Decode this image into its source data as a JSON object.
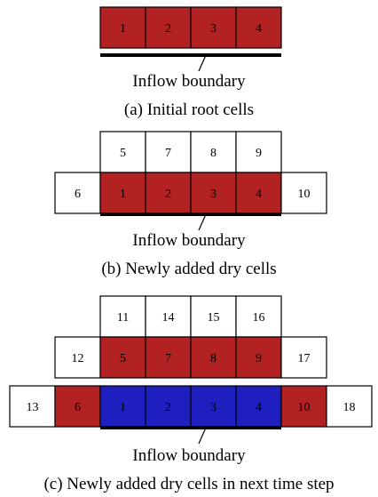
{
  "colors": {
    "root": "#b22222",
    "dry": "#ffffff",
    "wet_blue": "#1f1fbf",
    "border": "#000000",
    "boundary": "#000000"
  },
  "panels": [
    {
      "id": "a",
      "boundary_label": "Inflow boundary",
      "caption": "(a) Initial root cells",
      "rows": [
        [
          {
            "label": "1",
            "fill": "root"
          },
          {
            "label": "2",
            "fill": "root"
          },
          {
            "label": "3",
            "fill": "root"
          },
          {
            "label": "4",
            "fill": "root"
          }
        ]
      ]
    },
    {
      "id": "b",
      "boundary_label": "Inflow boundary",
      "caption": "(b) Newly added dry cells",
      "rows": [
        [
          {
            "label": "5",
            "fill": "dry"
          },
          {
            "label": "7",
            "fill": "dry"
          },
          {
            "label": "8",
            "fill": "dry"
          },
          {
            "label": "9",
            "fill": "dry"
          }
        ],
        [
          {
            "label": "6",
            "fill": "dry"
          },
          {
            "label": "1",
            "fill": "root"
          },
          {
            "label": "2",
            "fill": "root"
          },
          {
            "label": "3",
            "fill": "root"
          },
          {
            "label": "4",
            "fill": "root"
          },
          {
            "label": "10",
            "fill": "dry"
          }
        ]
      ]
    },
    {
      "id": "c",
      "boundary_label": "Inflow boundary",
      "caption": "(c) Newly added dry cells in next time step",
      "rows": [
        [
          {
            "label": "11",
            "fill": "dry"
          },
          {
            "label": "14",
            "fill": "dry"
          },
          {
            "label": "15",
            "fill": "dry"
          },
          {
            "label": "16",
            "fill": "dry"
          }
        ],
        [
          {
            "label": "12",
            "fill": "dry"
          },
          {
            "label": "5",
            "fill": "root"
          },
          {
            "label": "7",
            "fill": "root"
          },
          {
            "label": "8",
            "fill": "root"
          },
          {
            "label": "9",
            "fill": "root"
          },
          {
            "label": "17",
            "fill": "dry"
          }
        ],
        [
          {
            "label": "13",
            "fill": "dry"
          },
          {
            "label": "6",
            "fill": "root"
          },
          {
            "label": "1",
            "fill": "wet_blue"
          },
          {
            "label": "2",
            "fill": "wet_blue"
          },
          {
            "label": "3",
            "fill": "wet_blue"
          },
          {
            "label": "4",
            "fill": "wet_blue"
          },
          {
            "label": "10",
            "fill": "root"
          },
          {
            "label": "18",
            "fill": "dry"
          }
        ]
      ]
    }
  ]
}
